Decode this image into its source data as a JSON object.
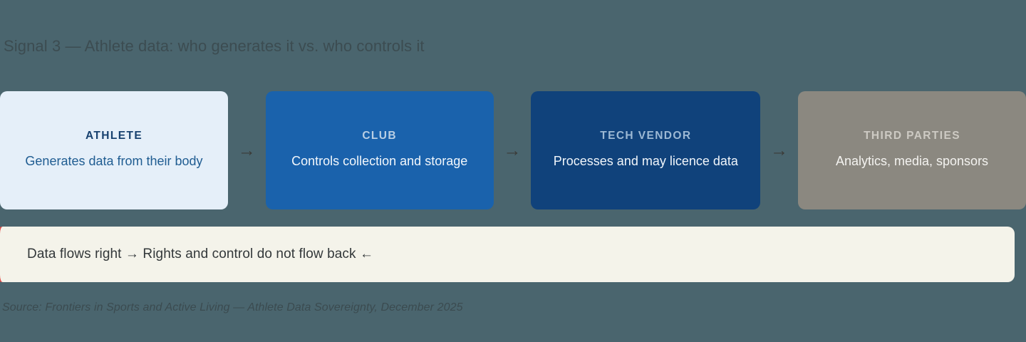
{
  "theme": {
    "background": "#4a656e",
    "title_color": "#3c4c51",
    "arrow_color": "#3b3b38",
    "callout_bg": "#f4f3ea",
    "callout_accent": "#e24a47",
    "source_color": "#3b4b50"
  },
  "header": {
    "title": "Signal 3 — Athlete data: who generates it vs. who controls it"
  },
  "flow": {
    "arrow_glyph": "→",
    "stages": [
      {
        "label": "ATHLETE",
        "desc": "Generates data from their body",
        "color": "#e5eff9"
      },
      {
        "label": "CLUB",
        "desc": "Controls collection and storage",
        "color": "#1a62ac"
      },
      {
        "label": "TECH VENDOR",
        "desc": "Processes and may licence data",
        "color": "#10427b"
      },
      {
        "label": "THIRD PARTIES",
        "desc": "Analytics, media, sponsors",
        "color": "#8b8880"
      }
    ]
  },
  "callout": {
    "text": "Data flows right → Rights and control do not flow back ←"
  },
  "footer": {
    "source": "Source: Frontiers in Sports and Active Living — Athlete Data Sovereignty, December 2025"
  }
}
